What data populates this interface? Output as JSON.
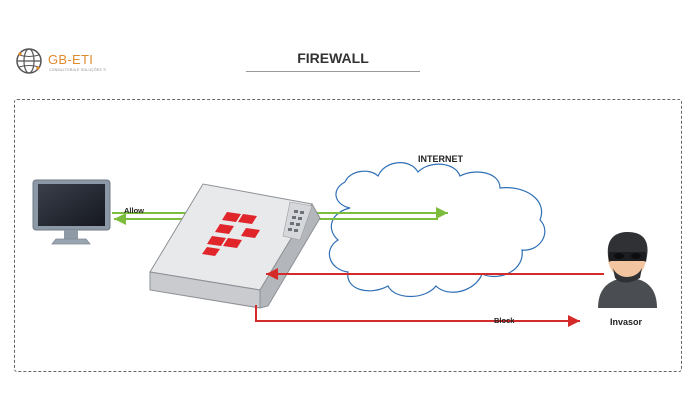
{
  "logo": {
    "name": "GB-ETI",
    "tagline": "CONSULTORIA E SOLUÇÕES TI",
    "accent": "#e08a2e"
  },
  "title": "FIREWALL",
  "labels": {
    "internet": "INTERNET",
    "allow": "Allow",
    "block": "Block",
    "invasor": "Invasor"
  },
  "colors": {
    "allow_arrow": "#7cbd3e",
    "block_arrow": "#d42a2a",
    "firewall_logo": "#e0252b",
    "cloud_stroke": "#2f6fb5"
  },
  "icons": [
    "globe-icon",
    "monitor-icon",
    "firewall-appliance-icon",
    "cloud-icon",
    "hacker-icon"
  ]
}
